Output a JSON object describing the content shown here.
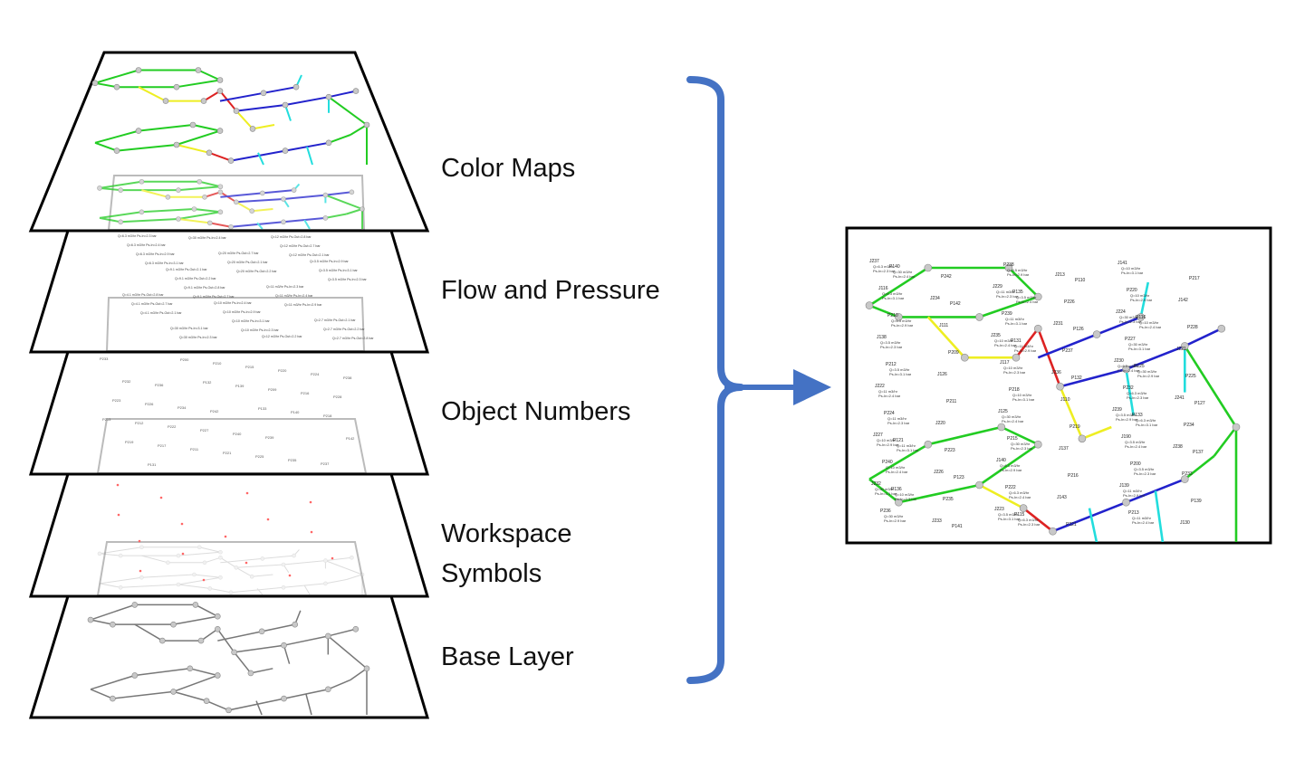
{
  "layers": [
    {
      "id": "color-maps",
      "label": "Color Maps"
    },
    {
      "id": "flow-pressure",
      "label": "Flow and Pressure"
    },
    {
      "id": "object-numbers",
      "label": "Object Numbers"
    },
    {
      "id": "workspace-symbols",
      "label_line1": "Workspace",
      "label_line2": "Symbols"
    },
    {
      "id": "base-layer",
      "label": "Base Layer"
    }
  ],
  "colors": {
    "bracket": "#4472c4",
    "arrow": "#4472c4",
    "frame": "#000000",
    "pipe_green": "#22cc22",
    "pipe_yellow": "#eeee22",
    "pipe_red": "#dd2222",
    "pipe_blue": "#2222cc",
    "pipe_cyan": "#22dddd",
    "pipe_gray": "#777777",
    "node": "#c8c8c8",
    "marker_red": "#ff6666"
  },
  "result_labels": {
    "node_ids": [
      "J237",
      "J234",
      "J235",
      "J236",
      "J239",
      "J238",
      "J232",
      "J233",
      "J229",
      "J231",
      "J230",
      "J241",
      "J227",
      "J226",
      "J223",
      "J213",
      "J224",
      "J221",
      "J222",
      "J220",
      "J140",
      "J143",
      "J141",
      "J142",
      "J138",
      "J126",
      "J125",
      "J137",
      "J139",
      "J130",
      "J116",
      "J111",
      "J117",
      "J110",
      "J190"
    ],
    "pipe_ids": [
      "P233",
      "P236",
      "P242",
      "P239",
      "P237",
      "P232",
      "P234",
      "P240",
      "P235",
      "P238",
      "P226",
      "P227",
      "P225",
      "P224",
      "P223",
      "P222",
      "P221",
      "P220",
      "P228",
      "P212",
      "P211",
      "P215",
      "P216",
      "P213",
      "P217",
      "P210",
      "P209",
      "P218",
      "P219",
      "P200",
      "P139",
      "P140",
      "P142",
      "P131",
      "P132",
      "P133",
      "P137",
      "P136",
      "P141",
      "P135",
      "P126",
      "P125",
      "P127",
      "P121",
      "P123",
      "P115",
      "P110",
      "P116"
    ],
    "flow_strings": [
      "Q=6.3 m3/hr",
      "Q=9.1 m3/hr",
      "Q=10 m3/hr",
      "Q=12 m3/hr",
      "Q=3.5 m3/hr",
      "Q=4.1 m3/hr",
      "Q=30 m3/hr",
      "Q=20 m3/hr",
      "Q=11 m3/hr",
      "Q=2.7 m3/hr"
    ],
    "pressure_strings": [
      "Ps-In=2.3 bar",
      "Ps-Out=2.1 bar",
      "Ps-In=2.4 bar",
      "Ps-Out=2.2 bar",
      "Ps-In=2.9 bar",
      "Ps-Out=2.8 bar",
      "Ps-In=3.1 bar",
      "Ps-Out=2.7 bar"
    ]
  }
}
